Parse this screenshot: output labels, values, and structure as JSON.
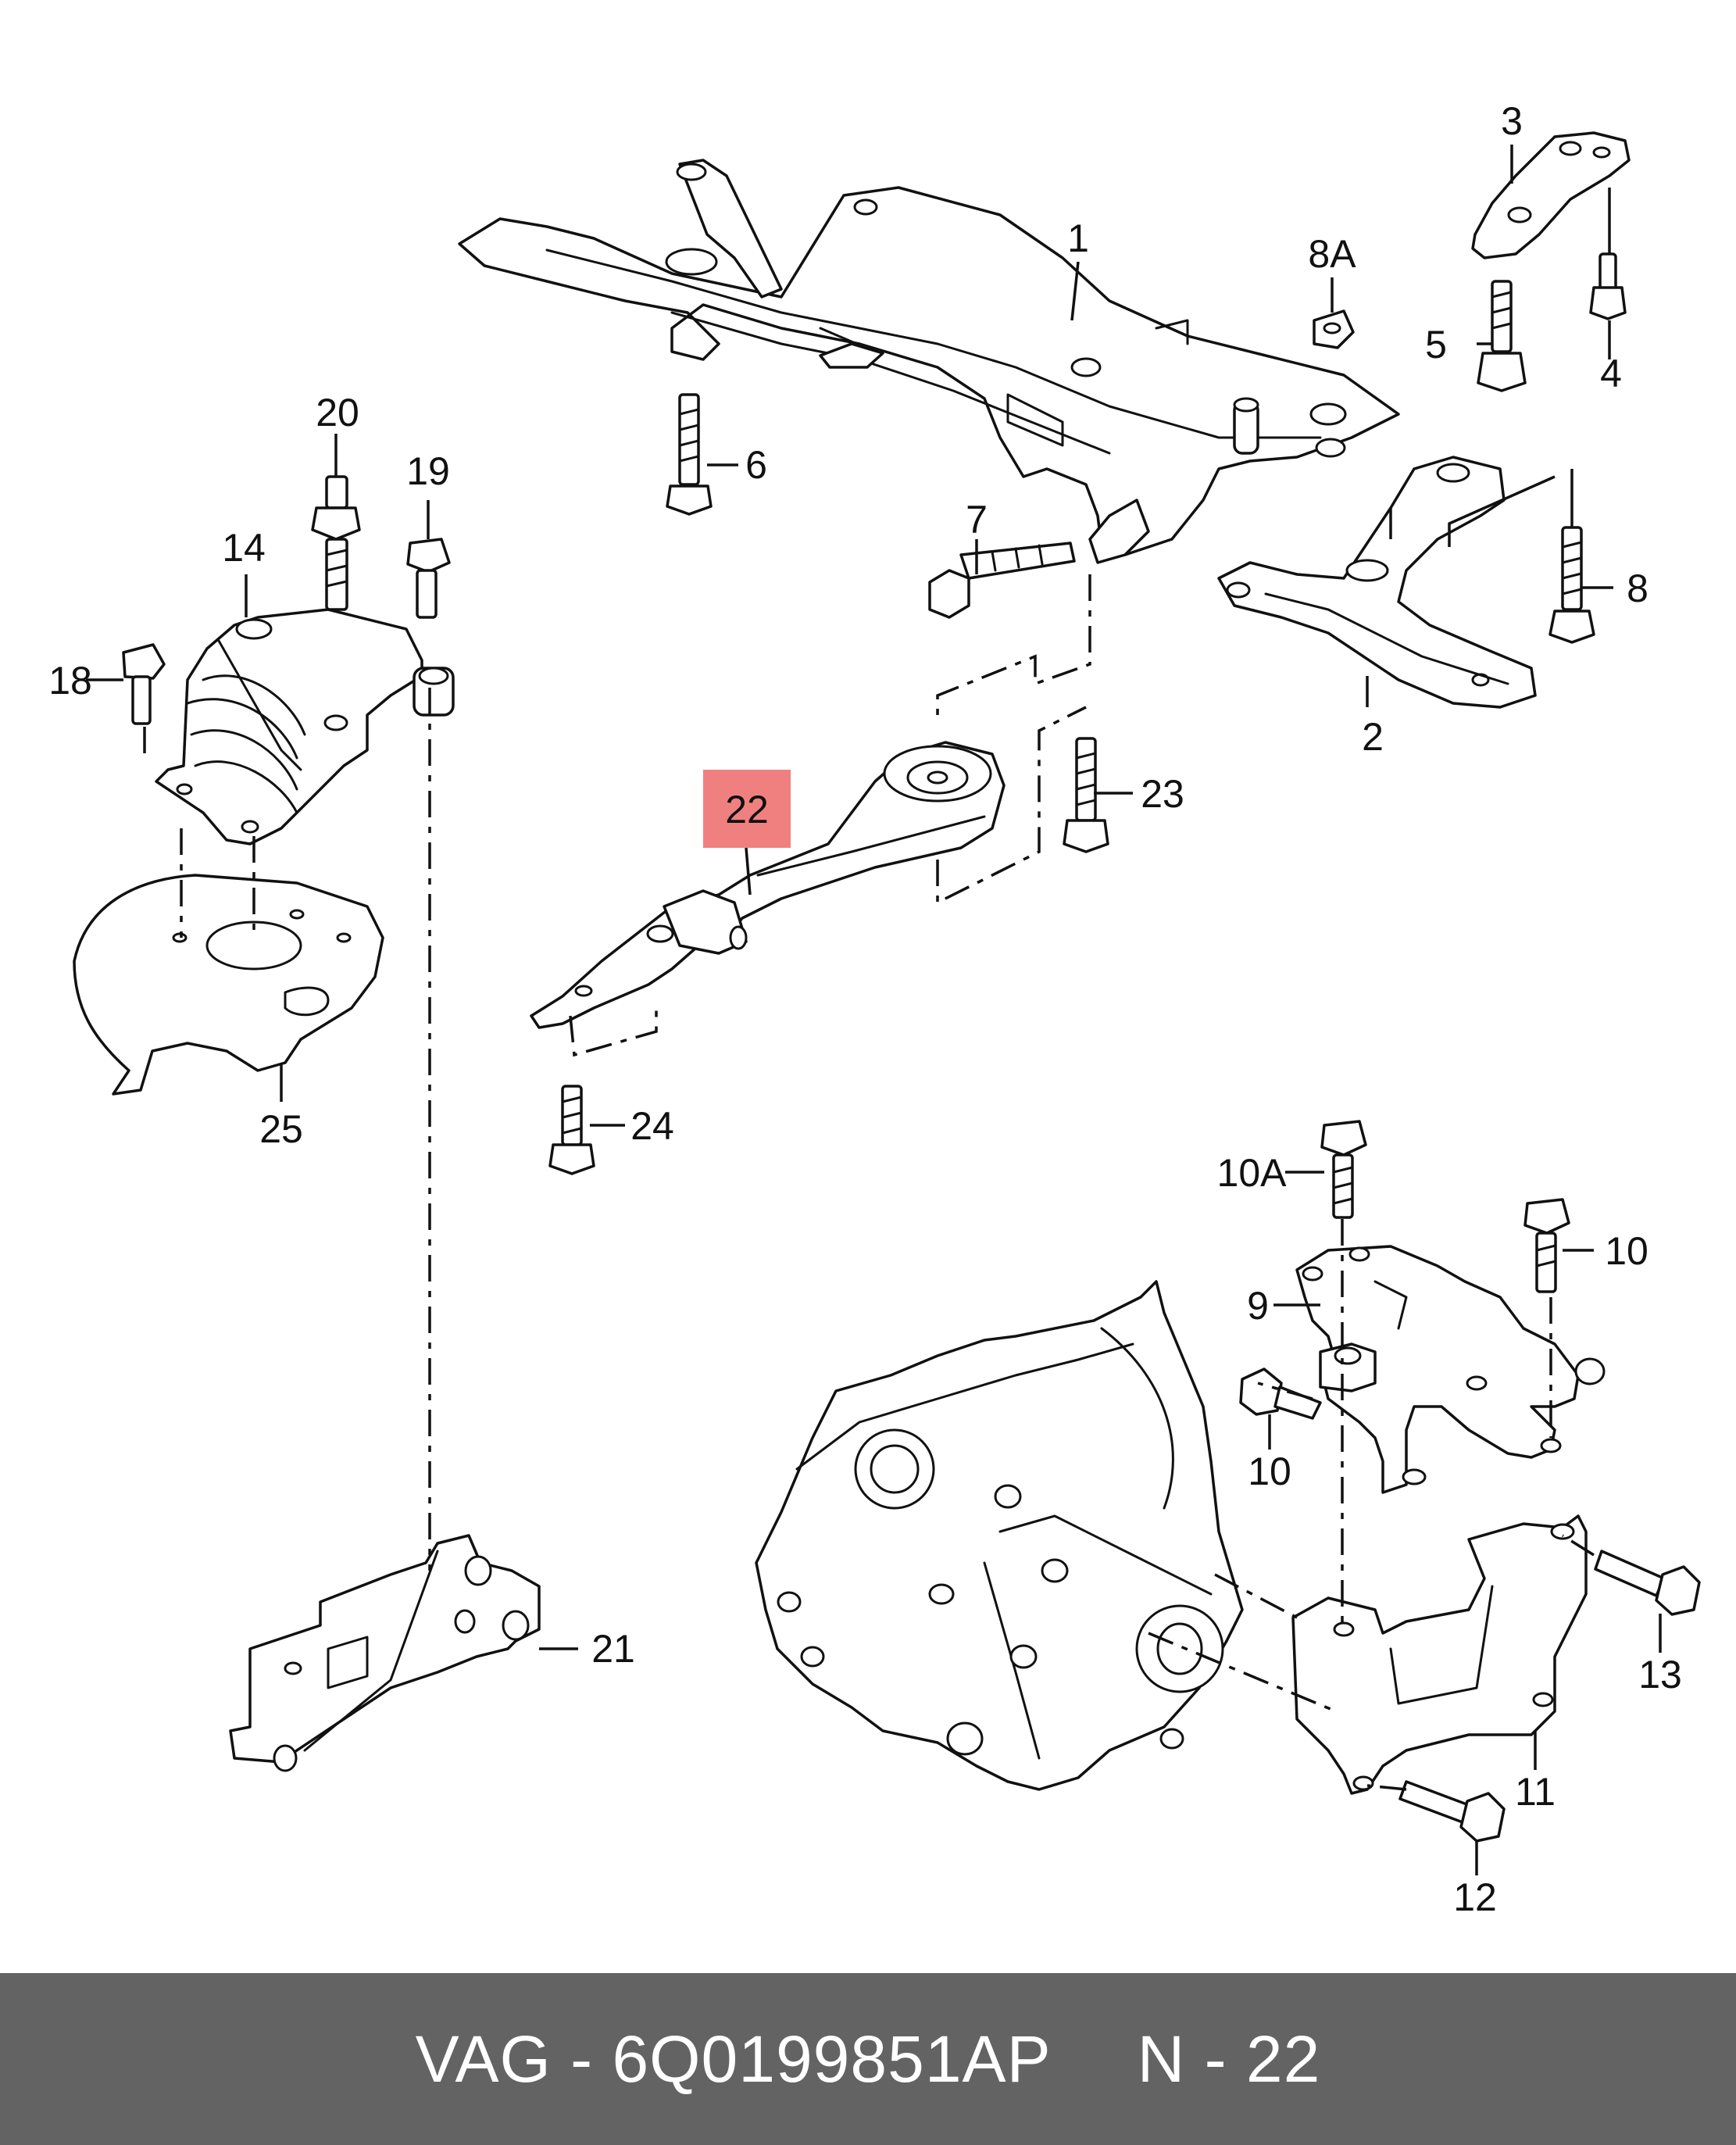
{
  "diagram": {
    "callouts": [
      "1",
      "2",
      "3",
      "4",
      "5",
      "6",
      "7",
      "8",
      "8A",
      "9",
      "10",
      "10",
      "10",
      "10A",
      "11",
      "12",
      "13",
      "14",
      "18",
      "19",
      "20",
      "21",
      "22",
      "23",
      "24",
      "25"
    ],
    "highlighted_callout": "22",
    "highlight_color": "#f08080"
  },
  "footer": {
    "part_number": "VAG - 6Q0199851AP",
    "diagram_ref": "N - 22",
    "background": "#636363"
  }
}
